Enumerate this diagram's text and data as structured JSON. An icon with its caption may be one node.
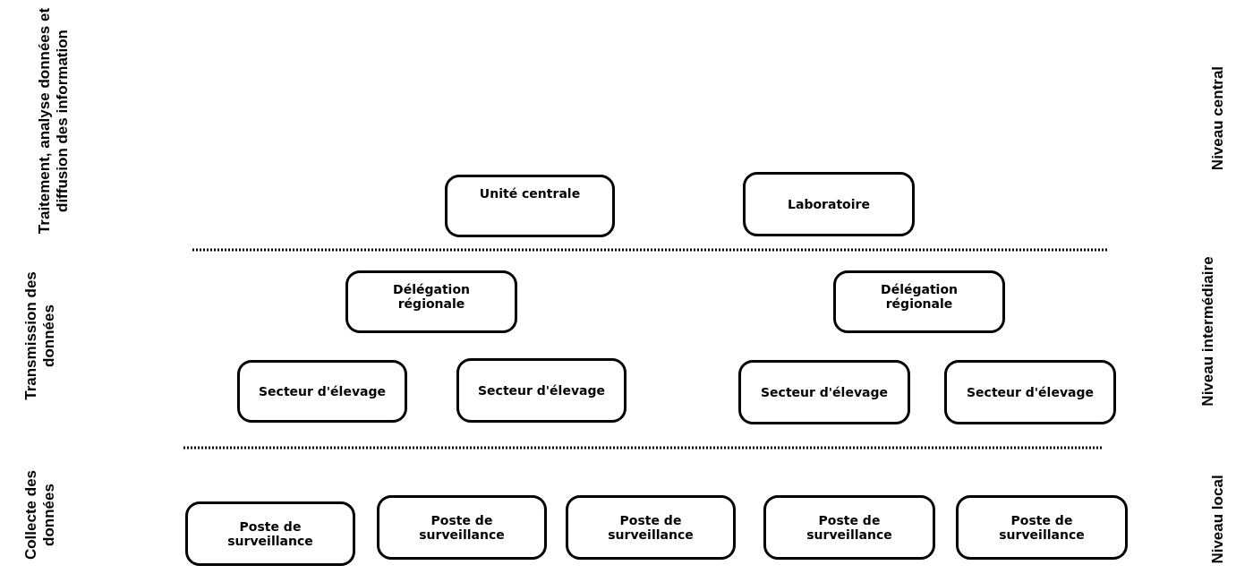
{
  "diagram": {
    "nodes": [
      {
        "text": [
          "Unité centrale"
        ]
      },
      {
        "text": [
          "Laboratoire"
        ]
      },
      {
        "text": [
          "Délégation régionale"
        ]
      },
      {
        "text": [
          "Délégation régionale"
        ]
      },
      {
        "text": [
          "Secteur d'élevage"
        ]
      },
      {
        "text": [
          "Secteur d'élevage"
        ]
      },
      {
        "text": [
          "Secteur d'élevage"
        ]
      },
      {
        "text": [
          "Secteur d'élevage"
        ]
      },
      {
        "text": [
          "Poste de surveillance"
        ]
      },
      {
        "text": [
          "Poste de surveillance"
        ]
      },
      {
        "text": [
          "Poste de surveillance"
        ]
      },
      {
        "text": [
          "Poste de surveillance"
        ]
      },
      {
        "text": [
          "Poste de surveillance"
        ]
      }
    ],
    "labels": [
      "Traitement, analyse données et diffusion des information",
      "Niveau central",
      "Transmission des données",
      "Niveau intermédiaire",
      "Collecte des données",
      "Niveau local"
    ]
  }
}
